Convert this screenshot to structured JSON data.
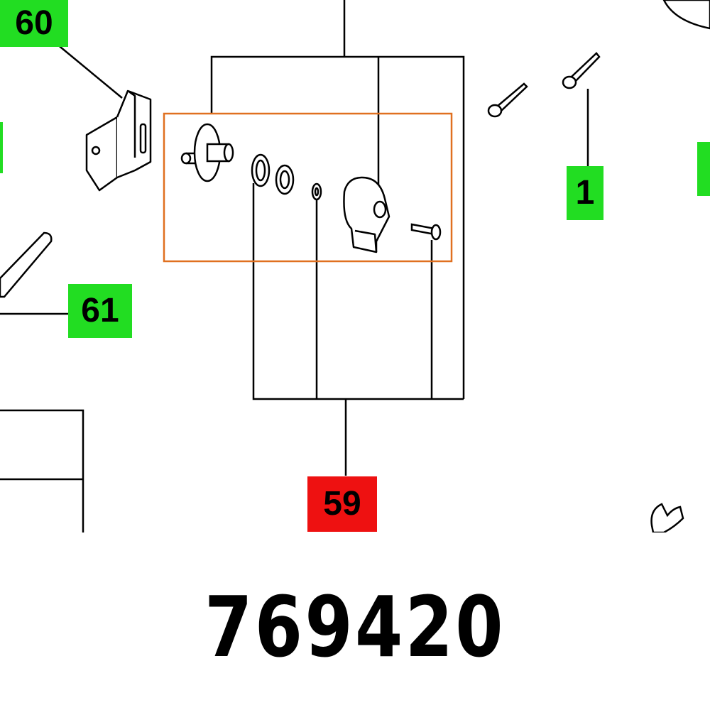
{
  "callouts": {
    "c60": {
      "label": "60",
      "color": "#22dd22"
    },
    "c61": {
      "label": "61",
      "color": "#22dd22"
    },
    "c1": {
      "label": "1",
      "color": "#22dd22"
    },
    "c59": {
      "label": "59",
      "color": "#ee1111"
    }
  },
  "highlight_color": "#e07020",
  "part_number": "769420",
  "icons": [
    "bracket-icon",
    "pin-icon",
    "washer-icon",
    "lever-icon",
    "screw-icon",
    "clip-icon"
  ]
}
